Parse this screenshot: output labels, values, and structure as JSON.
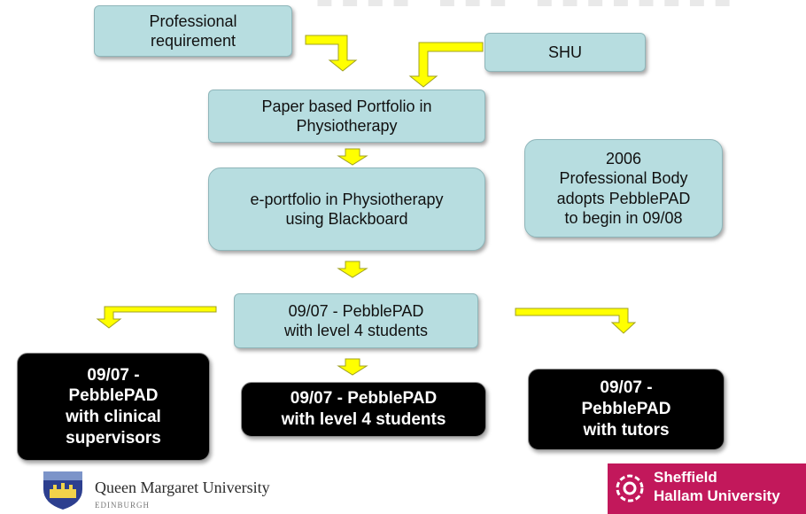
{
  "boxes": {
    "professional_requirement": "Professional\nrequirement",
    "shu": "SHU",
    "paper_portfolio": "Paper based Portfolio in\nPhysiotherapy",
    "eportfolio_blackboard": "e-portfolio in Physiotherapy\nusing Blackboard",
    "professional_body": "2006\nProfessional Body\nadopts PebblePAD\nto begin in 09/08",
    "pebblepad_level4": "09/07 - PebblePAD\nwith level 4 students"
  },
  "outcomes": {
    "clinical_supervisors": "09/07 -\nPebblePAD\nwith clinical\nsupervisors",
    "level4_students": "09/07 - PebblePAD\nwith level 4 students",
    "tutors": "09/07 -\nPebblePAD\nwith tutors"
  },
  "logos": {
    "qmu_name": "Queen Margaret University",
    "qmu_city": "EDINBURGH",
    "shu_line1": "Sheffield",
    "shu_line2": "Hallam University"
  },
  "colors": {
    "box_fill": "#b7dde0",
    "arrow_fill": "#ffff00",
    "outcome_fill": "#000000",
    "shu_brand": "#c2185b"
  }
}
